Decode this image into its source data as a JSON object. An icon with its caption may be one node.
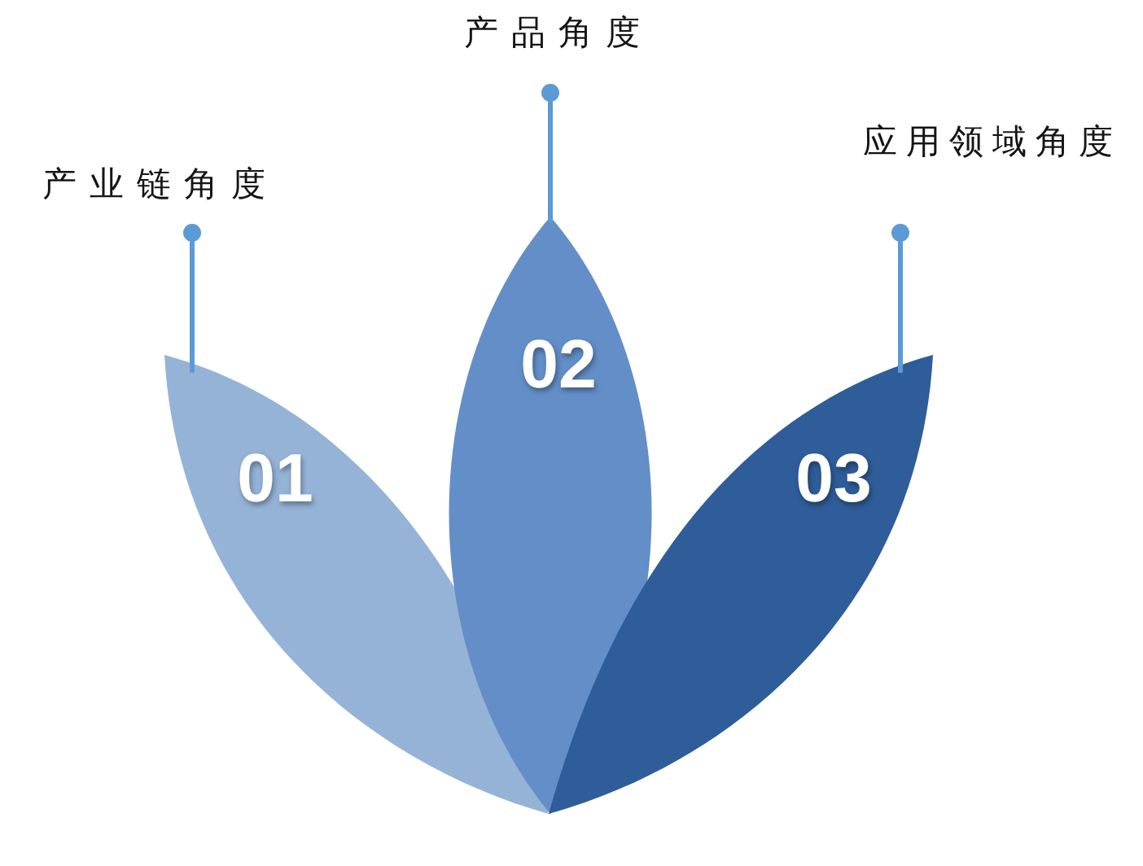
{
  "diagram": {
    "nodes": [
      {
        "text": [
          "产业链角度"
        ]
      },
      {
        "text": [
          "01"
        ]
      },
      {
        "text": [
          "产品角度"
        ]
      },
      {
        "text": [
          "02"
        ]
      },
      {
        "text": [
          "应用领域角度"
        ]
      },
      {
        "text": [
          "03"
        ]
      }
    ],
    "edges": [
      {
        "from": 0,
        "to": 1,
        "arrow": "other"
      },
      {
        "from": 2,
        "to": 3,
        "arrow": "other"
      },
      {
        "from": 4,
        "to": 5,
        "arrow": "other"
      }
    ]
  }
}
